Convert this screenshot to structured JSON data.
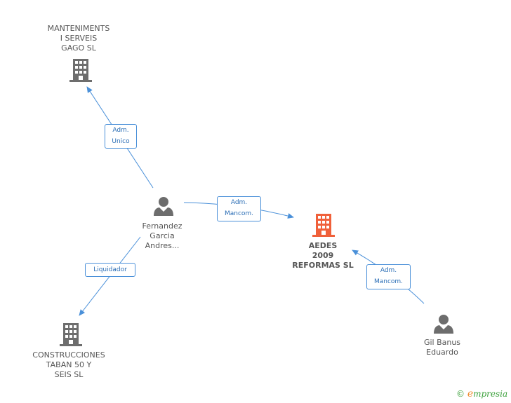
{
  "nodes": {
    "manteniments": {
      "lines": [
        "MANTENIMENTS",
        "I SERVEIS",
        "GAGO SL"
      ]
    },
    "fernandez": {
      "lines": [
        "Fernandez",
        "Garcia",
        "Andres..."
      ]
    },
    "aedes": {
      "lines": [
        "AEDES",
        "2009",
        "REFORMAS SL"
      ]
    },
    "construcciones": {
      "lines": [
        "CONSTRUCCIONES",
        "TABAN 50 Y",
        "SEIS SL"
      ]
    },
    "gil": {
      "lines": [
        "Gil Banus",
        "Eduardo"
      ]
    }
  },
  "edges": {
    "adm_unico": {
      "lines": [
        "Adm.",
        "Unico"
      ]
    },
    "adm_mancom_1": {
      "lines": [
        "Adm.",
        "Mancom."
      ]
    },
    "liquidador": {
      "lines": [
        "Liquidador"
      ]
    },
    "adm_mancom_2": {
      "lines": [
        "Adm.",
        "Mancom."
      ]
    }
  },
  "colors": {
    "edge": "#4a90d9",
    "company": "#6d6d6d",
    "company_main": "#f0603a",
    "person": "#6d6d6d"
  },
  "footer": {
    "copyright": "©",
    "brand_e": "e",
    "brand_rest": "mpresia"
  }
}
